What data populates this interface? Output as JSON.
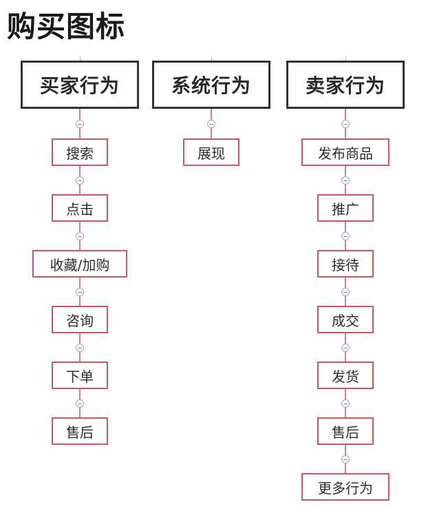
{
  "title": "购买图标",
  "columns": [
    {
      "header": "买家行为",
      "items": [
        "搜索",
        "点击",
        "收藏/加购",
        "咨询",
        "下单",
        "售后"
      ]
    },
    {
      "header": "系统行为",
      "items": [
        "展现"
      ]
    },
    {
      "header": "卖家行为",
      "items": [
        "发布商品",
        "推广",
        "接待",
        "成交",
        "发货",
        "售后",
        "更多行为"
      ]
    }
  ],
  "colors": {
    "header_border": "#333333",
    "node_border": "#cc5566",
    "connector": "#e07a86",
    "collapse_icon_border": "#9aa6b8"
  },
  "icons": {
    "collapse": "collapse-minus-icon"
  }
}
